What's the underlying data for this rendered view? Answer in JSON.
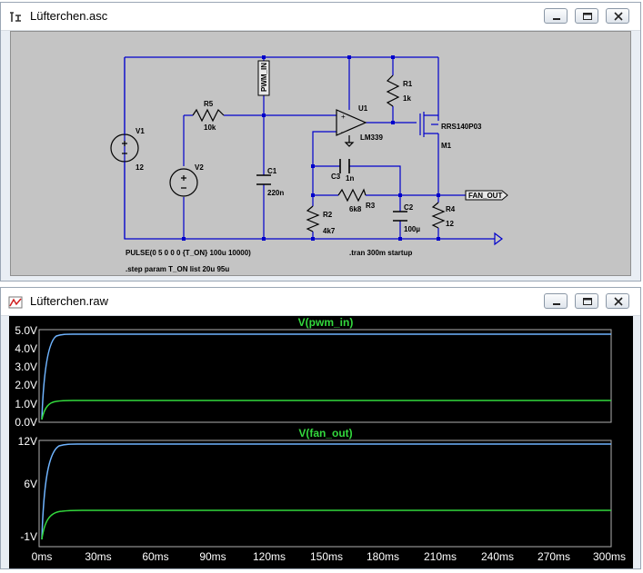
{
  "schematic": {
    "title": "Lüfterchen.asc",
    "labels": {
      "v1": "V1",
      "v1_val": "12",
      "v2": "V2",
      "r5": "R5",
      "r5_val": "10k",
      "pwm_net": "PWM_IN",
      "c1": "C1",
      "c1_val": "220n",
      "u1": "U1",
      "u1_model": "LM339",
      "r1": "R1",
      "r1_val": "1k",
      "m1_model": "RRS140P03",
      "m1": "M1",
      "c3": "C3",
      "c3_val": "1n",
      "r3": "R3",
      "r3_val": "6k8",
      "r2": "R2",
      "r2_val": "4k7",
      "c2": "C2",
      "c2_val": "100µ",
      "r4": "R4",
      "r4_val": "12",
      "fan_net": "FAN_OUT",
      "pulse": "PULSE(0 5 0 0 0 {T_ON} 100u 10000)",
      "step": ".step param T_ON list 20u 95u",
      "tran": ".tran 300m startup"
    }
  },
  "waveform": {
    "title": "Lüfterchen.raw",
    "trace_color_a": "#6fb4ff",
    "trace_color_b": "#33d93d",
    "plot1": {
      "title": "V(pwm_in)",
      "y_ticks": [
        "5.0V",
        "4.0V",
        "3.0V",
        "2.0V",
        "1.0V",
        "0.0V"
      ]
    },
    "plot2": {
      "title": "V(fan_out)",
      "y_ticks": [
        "12V",
        "6V",
        "-1V"
      ]
    },
    "x_ticks": [
      "0ms",
      "30ms",
      "60ms",
      "90ms",
      "120ms",
      "150ms",
      "180ms",
      "210ms",
      "240ms",
      "270ms",
      "300ms"
    ]
  }
}
